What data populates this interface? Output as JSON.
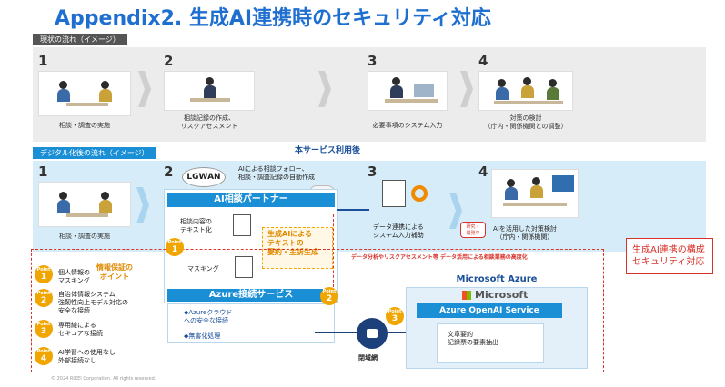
{
  "title": "Appendix2. 生成AI連携時のセキュリティ対応",
  "current_flow": {
    "label": "現状の流れ（イメージ）",
    "steps": [
      {
        "num": "1",
        "caption": "相談・調査の実施"
      },
      {
        "num": "2",
        "caption": "相談記録の作成、\nリスクアセスメント"
      },
      {
        "num": "3",
        "caption": "必要事項のシステム入力"
      },
      {
        "num": "4",
        "caption": "対策の検討\n（庁内・関係機関との調整）"
      }
    ]
  },
  "digital_flow": {
    "label": "デジタル化後の流れ（イメージ）",
    "service_banner": "本サービス利用後",
    "steps": [
      {
        "num": "1",
        "caption": "相談・調査の実施"
      },
      {
        "num": "2"
      },
      {
        "num": "3",
        "caption": "データ連携による\nシステム入力補助"
      },
      {
        "num": "4",
        "caption": "AIを活用した対策検討\n（庁内・関係機関）"
      }
    ],
    "lgwan": "LGWAN",
    "ai_desc": "AIによる相談フォロー、\n相談・調査記録の自動作成",
    "ai_partner": "AI相談パートナー",
    "text_conv": "相談内容の\nテキスト化",
    "masking": "マスキング",
    "gen_ai_note": "生成AIによる\nテキストの\n要約・主訴生成",
    "azure_conn": "Azure接続サービス",
    "azure_points": [
      "◆Azureクラウド\nへの安全な接続",
      "◆無害化処理"
    ],
    "research_tag": "研究・\n開発中",
    "data_analysis_note": "データ分析やリスクアセスメント等 データ活用による相談業務の高度化"
  },
  "security": {
    "callout": "生成AI連携の構成\nセキュリティ対応",
    "badge": "情報保証の\nポイント",
    "point_word": "Point",
    "points": [
      {
        "num": "1",
        "text": "個人情報の\nマスキング"
      },
      {
        "num": "2",
        "text": "自治体情報システム\n強靭性向上モデル対応の\n安全な接続"
      },
      {
        "num": "3",
        "text": "専用線による\nセキュアな接続"
      },
      {
        "num": "4",
        "text": "AI学習への使用なし\n外部接続なし"
      }
    ]
  },
  "azure": {
    "title": "Microsoft Azure",
    "ms_logo_text": "Microsoft",
    "openai": "Azure OpenAI Service",
    "summary": "文章要約\n記録票の要素抽出",
    "closed_net": "閉域網"
  },
  "footer": "© 2024 RIKEI Corporation. All rights reserved.",
  "colors": {
    "accent": "#1a8fd6",
    "title": "#1f6fd1",
    "point": "#f1a500",
    "alert": "#d9322a"
  }
}
